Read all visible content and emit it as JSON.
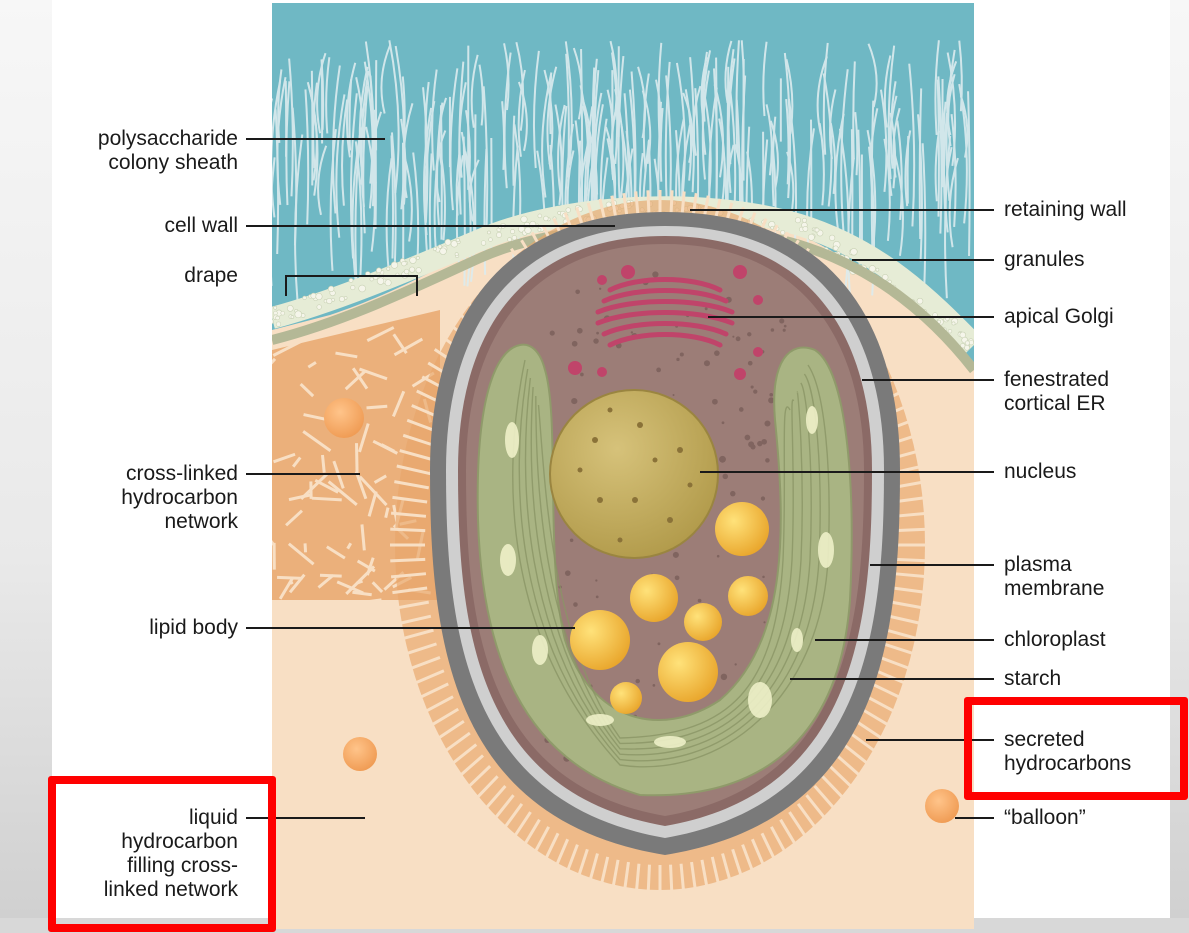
{
  "labels_left": {
    "polysaccharide_colony_sheath": "polysaccharide\ncolony sheath",
    "cell_wall": "cell wall",
    "drape": "drape",
    "cross_linked_hydrocarbon_network": "cross-linked\nhydrocarbon\nnetwork",
    "lipid_body": "lipid body",
    "liquid_hydrocarbon": "liquid\nhydrocarbon\nfilling cross-\nlinked network"
  },
  "labels_right": {
    "retaining_wall": "retaining wall",
    "granules": "granules",
    "apical_golgi": "apical Golgi",
    "fenestrated_cortical_er": "fenestrated\ncortical ER",
    "nucleus": "nucleus",
    "plasma_membrane": "plasma\nmembrane",
    "chloroplast": "chloroplast",
    "starch": "starch",
    "secreted_hydrocarbons": "secreted\nhydrocarbons",
    "balloon": "“balloon”"
  },
  "colors": {
    "sheath_top": "#6fb8c4",
    "fibers": "#d9ecef",
    "matrix": "#f8dfc4",
    "network": "#e8a66a",
    "cell_wall": "#8e8e8e",
    "cytoplasm": "#9a7a74",
    "chloroplast": "#a9b483",
    "nucleus": "#c6b060",
    "lipid": "#f1b846",
    "golgi": "#c0446a",
    "highlight": "#ff0000"
  },
  "highlighted": [
    "liquid_hydrocarbon",
    "secreted_hydrocarbons"
  ]
}
